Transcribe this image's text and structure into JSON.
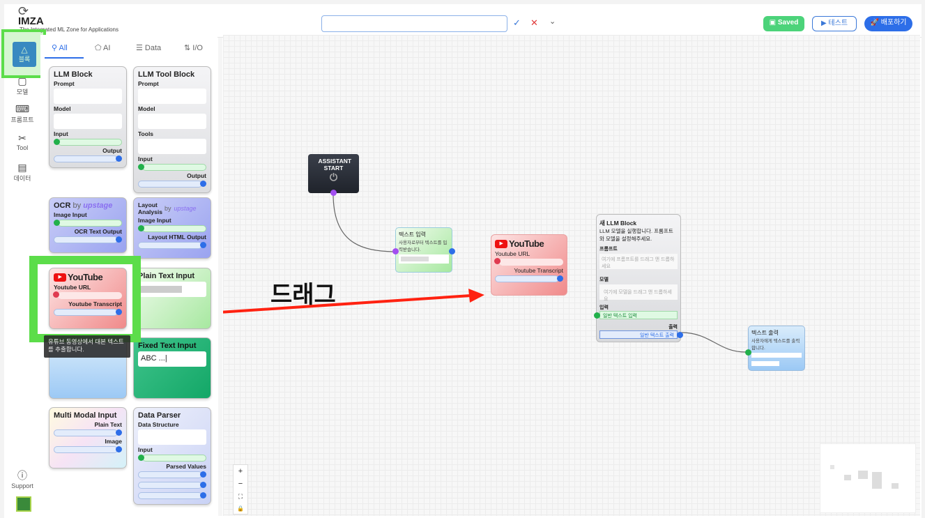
{
  "brand": {
    "name": "IMZA",
    "tagline": "The Integrated ML Zone for Applications"
  },
  "header": {
    "title_value": "",
    "saved": "Saved",
    "test": "테스트",
    "deploy": "배포하기"
  },
  "rail": [
    {
      "label": "블록",
      "icon": "blocks-icon"
    },
    {
      "label": "모델",
      "icon": "model-icon"
    },
    {
      "label": "프롬프트",
      "icon": "terminal-icon"
    },
    {
      "label": "Tool",
      "icon": "tools-icon"
    },
    {
      "label": "데이터",
      "icon": "table-icon"
    }
  ],
  "support": "Support",
  "tabs": [
    "All",
    "AI",
    "Data",
    "I/O"
  ],
  "cards": {
    "llm": {
      "title": "LLM Block",
      "prompt": "Prompt",
      "model": "Model",
      "input": "Input",
      "output": "Output"
    },
    "llmtool": {
      "title": "LLM Tool Block",
      "prompt": "Prompt",
      "model": "Model",
      "tools": "Tools",
      "input": "Input",
      "output": "Output"
    },
    "ocr": {
      "title": "OCR",
      "by": "by",
      "brand": "upstage",
      "input": "Image Input",
      "output": "OCR Text Output"
    },
    "layout": {
      "title": "Layout Analysis",
      "by": "by",
      "brand": "upstage",
      "input": "Image Input",
      "output": "Layout HTML Output"
    },
    "youtube": {
      "logo": "YouTube",
      "url": "Youtube URL",
      "transcript": "Youtube Transcript"
    },
    "plain": {
      "title": "Plain Text Input"
    },
    "fixed": {
      "title": "Fixed Text Input",
      "value": "ABC ...|"
    },
    "multimodal": {
      "title": "Multi Modal Input",
      "plain": "Plain Text",
      "image": "Image"
    },
    "parser": {
      "title": "Data Parser",
      "structure": "Data Structure",
      "input": "Input",
      "output": "Parsed Values"
    }
  },
  "tooltip": "유튜브 동영상에서 대본 텍스트를 추출합니다.",
  "annotation": "드래그",
  "nodes": {
    "start": {
      "title": "ASSISTANT START"
    },
    "textin": {
      "title": "텍스트 입력",
      "desc": "사용자로부터 텍스트를 입력받습니다."
    },
    "youtube": {
      "logo": "YouTube",
      "url": "Youtube URL",
      "transcript": "Youtube Transcript"
    },
    "llm": {
      "title": "새 LLM Block",
      "desc": "LLM 모델을 실행합니다. 프롬프트와 모델을 설정해주세요.",
      "prompt_label": "프롬프트",
      "prompt_ph": "여기에 프롬프트를 드래그 앤 드롭하세요",
      "model_label": "모델",
      "model_ph": "여기에 모델을 드래그 앤 드롭하세요",
      "input_label": "입력",
      "input_value": "일반 텍스트 입력",
      "output_label": "출력",
      "output_value": "일반 텍스트 출력"
    },
    "textout": {
      "title": "텍스트 출력",
      "desc": "사용자에게 텍스트를 출력합니다."
    }
  },
  "zoom_controls": [
    "+",
    "−",
    "⛶",
    "🔒"
  ]
}
